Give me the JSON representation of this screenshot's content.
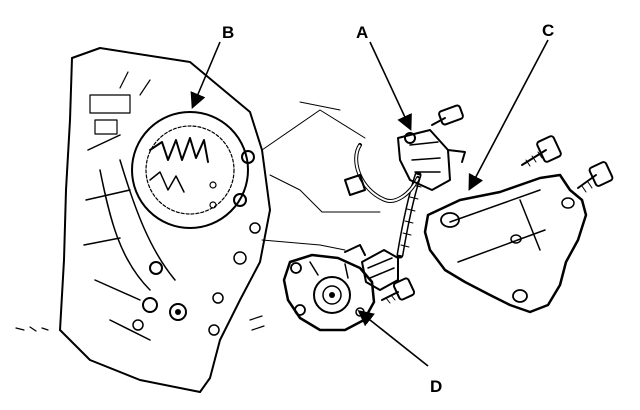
{
  "callouts": {
    "a": "A",
    "b": "B",
    "c": "C",
    "d": "D"
  },
  "colors": {
    "ink": "#000000",
    "paper": "#ffffff",
    "fill_light": "#f2f2f2"
  }
}
